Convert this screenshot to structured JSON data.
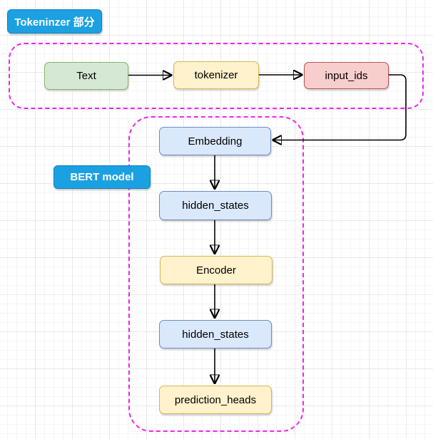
{
  "diagram": {
    "tokenizer_section": {
      "label": "Tokeninzer 部分",
      "nodes": {
        "text": {
          "label": "Text"
        },
        "tokenizer": {
          "label": "tokenizer"
        },
        "input_ids": {
          "label": "input_ids"
        }
      }
    },
    "bert_section": {
      "label": "BERT model",
      "nodes": {
        "embedding": {
          "label": "Embedding"
        },
        "hidden_states_1": {
          "label": "hidden_states"
        },
        "encoder": {
          "label": "Encoder"
        },
        "hidden_states_2": {
          "label": "hidden_states"
        },
        "prediction_heads": {
          "label": "prediction_heads"
        }
      }
    },
    "edges": [
      {
        "from": "Text",
        "to": "tokenizer"
      },
      {
        "from": "tokenizer",
        "to": "input_ids"
      },
      {
        "from": "input_ids",
        "to": "Embedding"
      },
      {
        "from": "Embedding",
        "to": "hidden_states"
      },
      {
        "from": "hidden_states",
        "to": "Encoder"
      },
      {
        "from": "Encoder",
        "to": "hidden_states"
      },
      {
        "from": "hidden_states",
        "to": "prediction_heads"
      }
    ]
  },
  "colors": {
    "badge_fill": "#1ba1e2",
    "badge_border": "#0f82c0",
    "badge_text": "#ffffff",
    "outline_dash": "#f322f3",
    "green_fill": "#d5e8d4",
    "green_border": "#82b366",
    "yellow_fill": "#fff2cc",
    "yellow_border": "#d6b656",
    "red_fill": "#f8cecc",
    "red_border": "#b85450",
    "blue_fill": "#dae8fc",
    "blue_border": "#6c8ebf",
    "arrow": "#000000",
    "grid_minor": "#f5f5f8",
    "grid_major": "#e9e9ee"
  }
}
